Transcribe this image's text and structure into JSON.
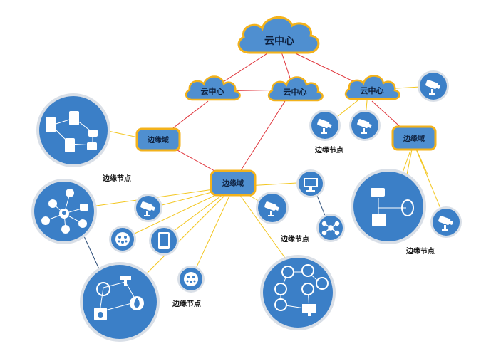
{
  "colors": {
    "cloud_fill": "#4f8fd0",
    "cloud_stroke": "#f3b21b",
    "node_fill": "#3b7fc7",
    "node_ring": "#d9dfe7",
    "red_link": "#e0343b",
    "yellow_link": "#f3c61f",
    "blue_link": "#2e4f7a"
  },
  "clouds": {
    "top": "云中心",
    "left": "云中心",
    "mid": "云中心",
    "right": "云中心"
  },
  "edge_domains": {
    "left": "边缘域",
    "center": "边缘域",
    "right": "边缘域"
  },
  "node_labels": {
    "left_lower": "边缘节点",
    "right_cameras": "边缘节点",
    "center_right": "边缘节点",
    "right_lower": "边缘节点",
    "bottom_center": "边缘节点"
  },
  "icons": [
    "door-access-icon",
    "lock-icon",
    "car-icon",
    "location-pin-icon",
    "camera-icon",
    "tablet-icon",
    "monitor-icon",
    "network-hub-icon",
    "faucet-icon",
    "fire-icon",
    "fire-alarm-icon",
    "sensor-icon",
    "router-icon"
  ]
}
